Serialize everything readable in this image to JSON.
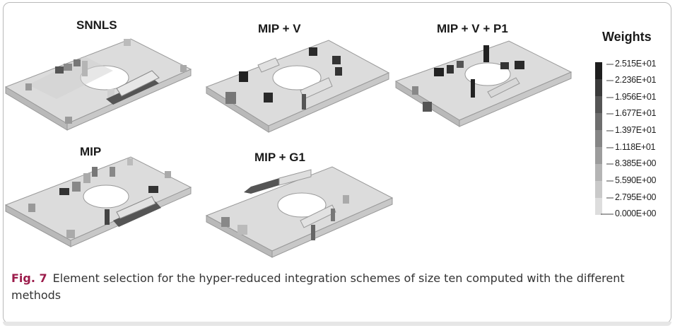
{
  "panels": [
    {
      "title": "SNNLS"
    },
    {
      "title": "MIP + V"
    },
    {
      "title": "MIP + V + P1"
    },
    {
      "title": "MIP"
    },
    {
      "title": "MIP + G1"
    }
  ],
  "legend": {
    "title": "Weights",
    "labels": [
      "2.515E+01",
      "2.236E+01",
      "1.956E+01",
      "1.677E+01",
      "1.397E+01",
      "1.118E+01",
      "8.385E+00",
      "5.590E+00",
      "2.795E+00",
      "0.000E+00"
    ],
    "colors": [
      "#1e1e1e",
      "#3a3a3a",
      "#555555",
      "#6e6e6e",
      "#858585",
      "#9c9c9c",
      "#b4b4b4",
      "#c9c9c9",
      "#dddddd",
      "#efefef"
    ]
  },
  "caption": {
    "label": "Fig. 7",
    "text": "Element selection for the hyper-reduced integration schemes of size ten computed with the different methods"
  }
}
